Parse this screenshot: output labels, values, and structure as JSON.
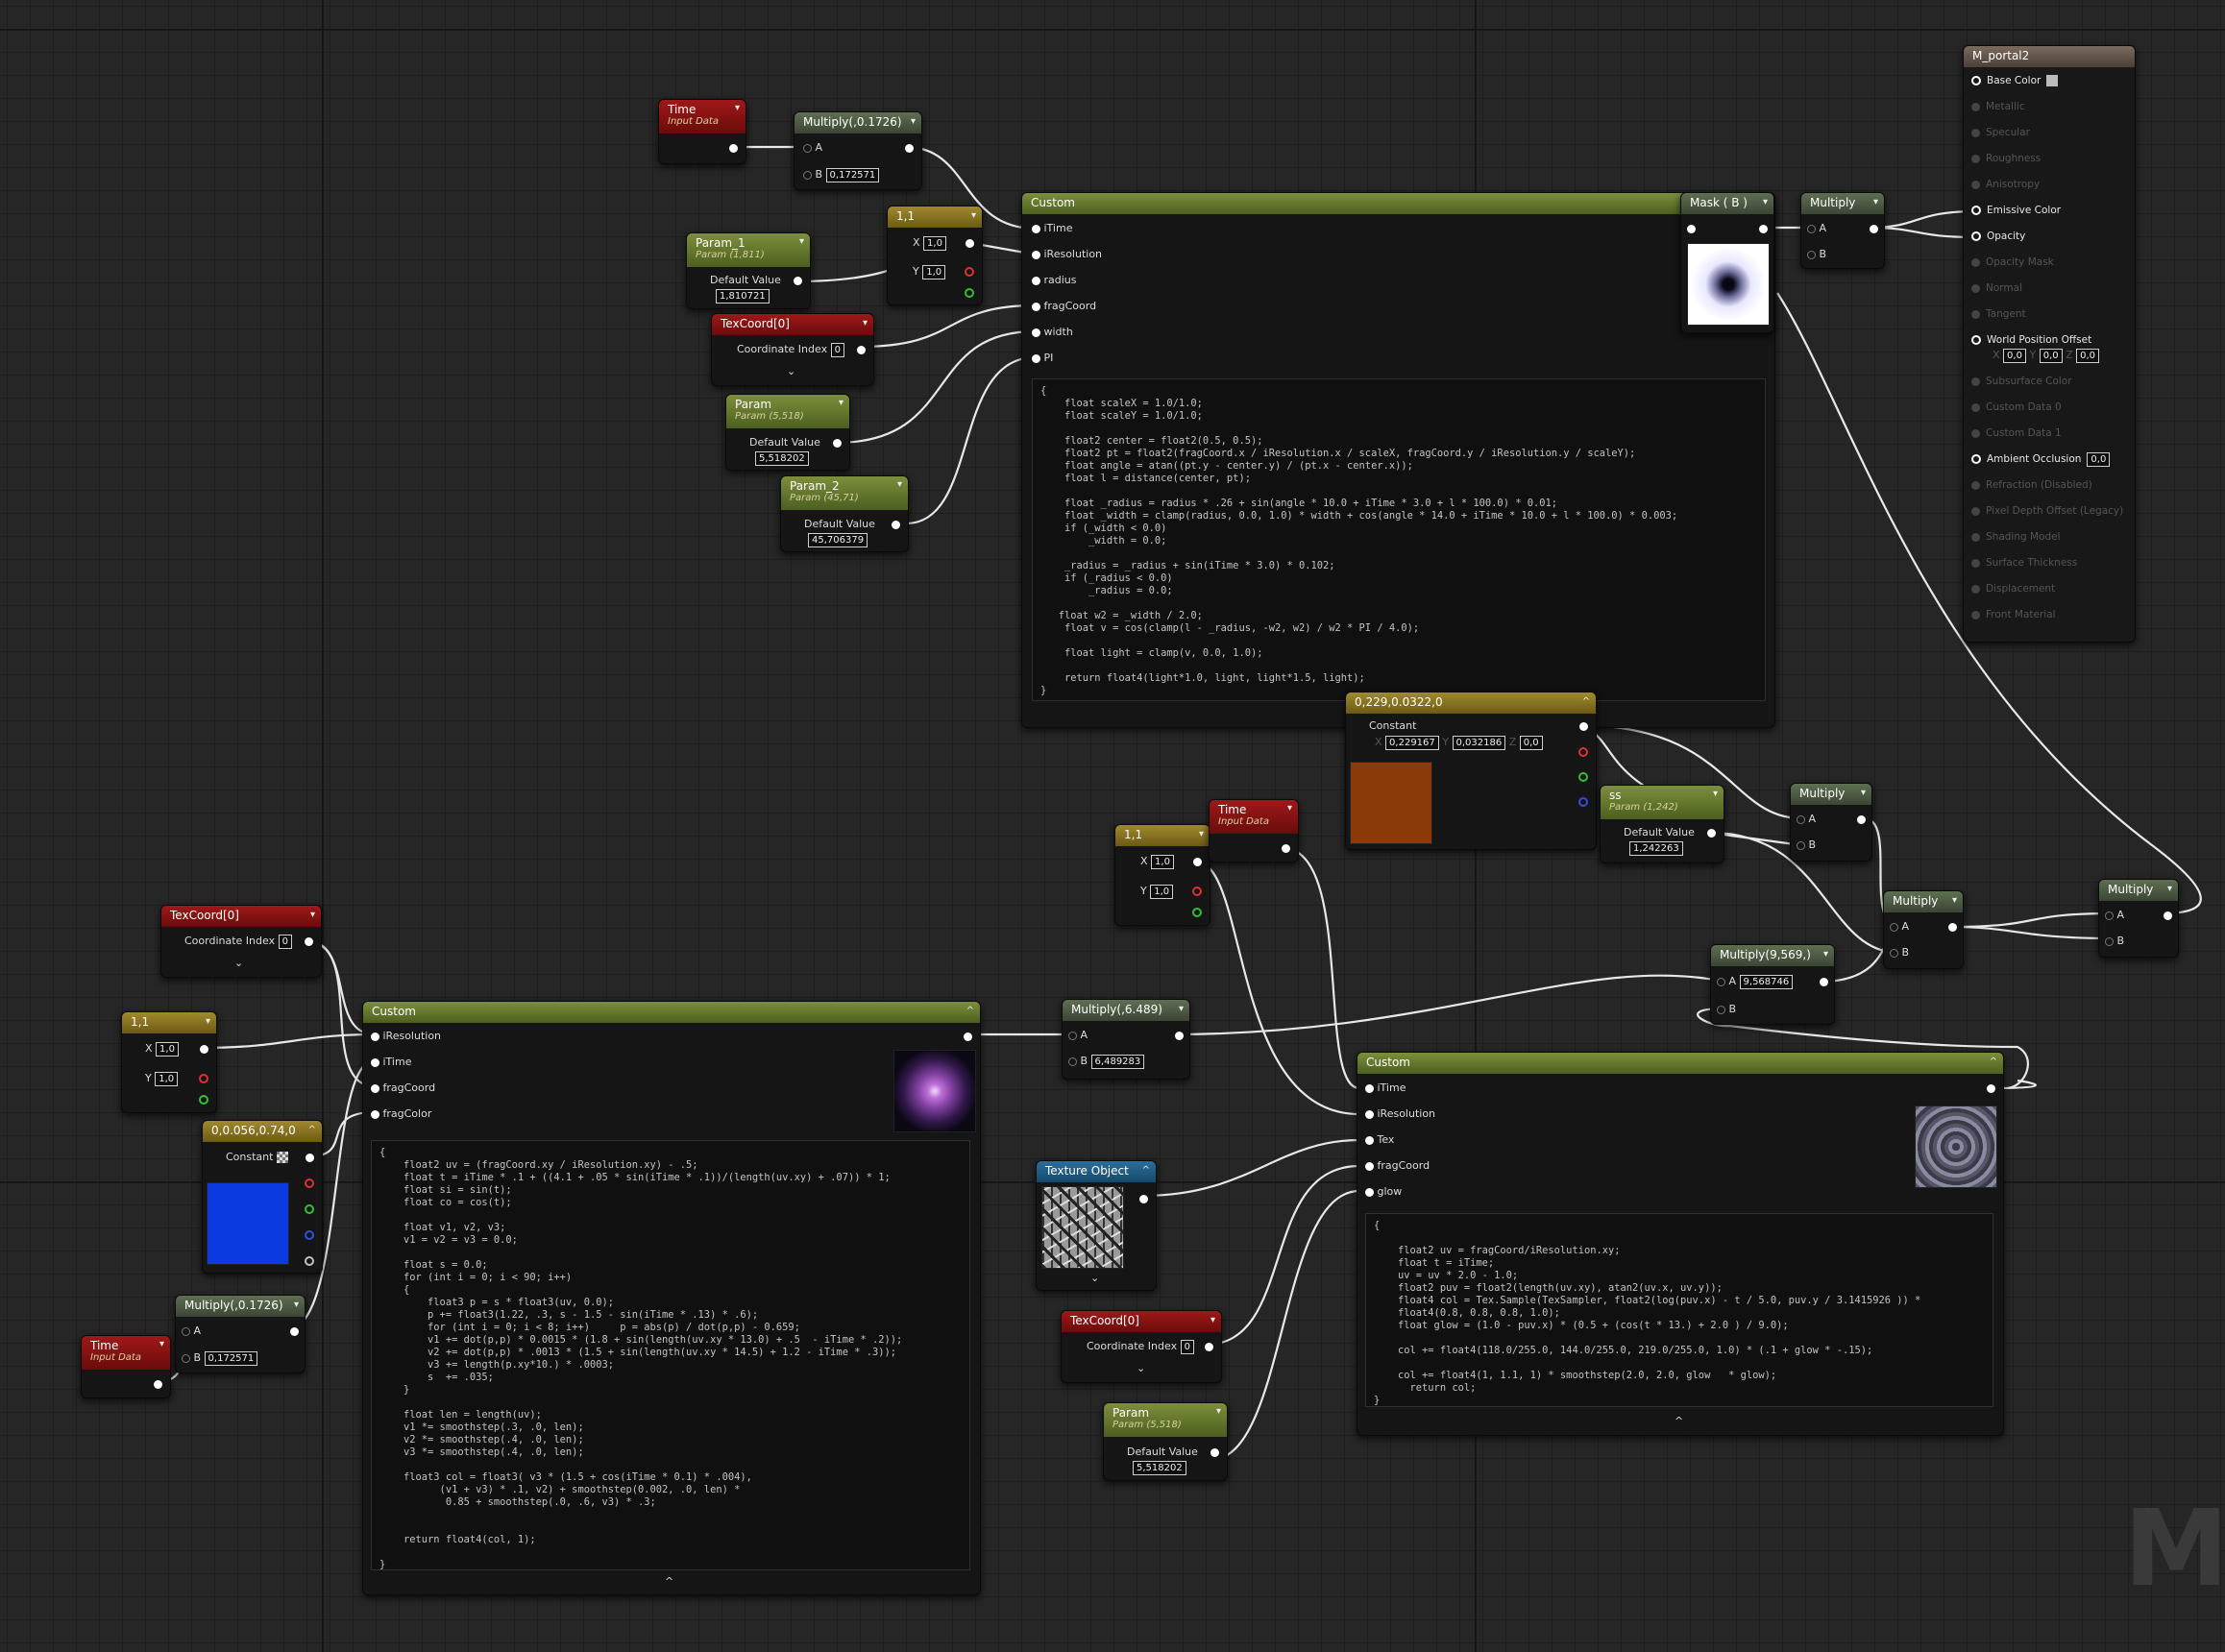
{
  "nodes": {
    "time1": {
      "title": "Time",
      "subtitle": "Input Data"
    },
    "time2": {
      "title": "Time",
      "subtitle": "Input Data"
    },
    "time3": {
      "title": "Time",
      "subtitle": "Input Data"
    },
    "mult1": {
      "title": "Multiply(,0.1726)",
      "a": "A",
      "b": "B",
      "b_value": "0,172571"
    },
    "mult2": {
      "title": "Multiply(,0.1726)",
      "a": "A",
      "b": "B",
      "b_value": "0,172571"
    },
    "vec11a": {
      "title": "1,1",
      "x": "X",
      "x_value": "1,0",
      "y": "Y",
      "y_value": "1,0"
    },
    "vec11b": {
      "title": "1,1",
      "x": "X",
      "x_value": "1,0",
      "y": "Y",
      "y_value": "1,0"
    },
    "vec11c": {
      "title": "1,1",
      "x": "X",
      "x_value": "1,0",
      "y": "Y",
      "y_value": "1,0"
    },
    "param1": {
      "title": "Param_1",
      "subtitle": "Param (1,811)",
      "label": "Default Value",
      "value": "1,810721"
    },
    "param": {
      "title": "Param",
      "subtitle": "Param (5,518)",
      "label": "Default Value",
      "value": "5,518202"
    },
    "param2": {
      "title": "Param_2",
      "subtitle": "Param (45,71)",
      "label": "Default Value",
      "value": "45,706379"
    },
    "param3": {
      "title": "Param",
      "subtitle": "Param (5,518)",
      "label": "Default Value",
      "value": "5,518202"
    },
    "ss": {
      "title": "ss",
      "subtitle": "Param (1,242)",
      "label": "Default Value",
      "value": "1,242263"
    },
    "texcoord1": {
      "title": "TexCoord[0]",
      "label": "Coordinate Index",
      "value": "0"
    },
    "texcoord2": {
      "title": "TexCoord[0]",
      "label": "Coordinate Index",
      "value": "0"
    },
    "texcoord3": {
      "title": "TexCoord[0]",
      "label": "Coordinate Index",
      "value": "0"
    },
    "custom1": {
      "title": "Custom",
      "inputs": [
        "iTime",
        "iResolution",
        "radius",
        "fragCoord",
        "width",
        "PI"
      ]
    },
    "mask": {
      "title": "Mask ( B )"
    },
    "multTop": {
      "title": "Multiply",
      "a": "A",
      "b": "B"
    },
    "multMid": {
      "title": "Multiply",
      "a": "A",
      "b": "B"
    },
    "multMid2": {
      "title": "Multiply",
      "a": "A",
      "b": "B"
    },
    "multRight": {
      "title": "Multiply",
      "a": "A",
      "b": "B"
    },
    "mult9569": {
      "title": "Multiply(9,569,)",
      "a": "A",
      "a_value": "9,568746",
      "b": "B"
    },
    "mult6489": {
      "title": "Multiply(,6.489)",
      "a": "A",
      "b": "B",
      "b_value": "6,489283"
    },
    "const3": {
      "title": "0,229,0.0322,0",
      "label": "Constant",
      "x": "X",
      "x_value": "0,229167",
      "y": "Y",
      "y_value": "0,032186",
      "z": "Z",
      "z_value": "0,0"
    },
    "const4": {
      "title": "0,0.056,0.74,0",
      "label": "Constant"
    },
    "custom2": {
      "title": "Custom",
      "inputs": [
        "iResolution",
        "iTime",
        "fragCoord",
        "fragColor"
      ]
    },
    "custom3": {
      "title": "Custom",
      "inputs": [
        "iTime",
        "iResolution",
        "Tex",
        "fragCoord",
        "glow"
      ]
    },
    "texobj": {
      "title": "Texture Object"
    },
    "material": {
      "title": "M_portal2",
      "pins": [
        {
          "label": "Base Color",
          "active": true
        },
        {
          "label": "Metallic",
          "active": false
        },
        {
          "label": "Specular",
          "active": false
        },
        {
          "label": "Roughness",
          "active": false
        },
        {
          "label": "Anisotropy",
          "active": false
        },
        {
          "label": "Emissive Color",
          "active": true
        },
        {
          "label": "Opacity",
          "active": true
        },
        {
          "label": "Opacity Mask",
          "active": false
        },
        {
          "label": "Normal",
          "active": false
        },
        {
          "label": "Tangent",
          "active": false
        },
        {
          "label": "World Position Offset",
          "active": true
        },
        {
          "label": "Subsurface Color",
          "active": false
        },
        {
          "label": "Custom Data 0",
          "active": false
        },
        {
          "label": "Custom Data 1",
          "active": false
        },
        {
          "label": "Ambient Occlusion",
          "active": true
        },
        {
          "label": "Refraction (Disabled)",
          "active": false
        },
        {
          "label": "Pixel Depth Offset (Legacy)",
          "active": false
        },
        {
          "label": "Shading Model",
          "active": false
        },
        {
          "label": "Surface Thickness",
          "active": false
        },
        {
          "label": "Displacement",
          "active": false
        },
        {
          "label": "Front Material",
          "active": false
        }
      ],
      "wpo": {
        "x": "X",
        "x_value": "0,0",
        "y": "Y",
        "y_value": "0,0",
        "z": "Z",
        "z_value": "0,0"
      },
      "ao_value": "0,0"
    }
  },
  "code1": "{\n    float scaleX = 1.0/1.0;\n    float scaleY = 1.0/1.0;\n\n    float2 center = float2(0.5, 0.5);\n    float2 pt = float2(fragCoord.x / iResolution.x / scaleX, fragCoord.y / iResolution.y / scaleY);\n    float angle = atan((pt.y - center.y) / (pt.x - center.x));\n    float l = distance(center, pt);\n\n    float _radius = radius * .26 + sin(angle * 10.0 + iTime * 3.0 + l * 100.0) * 0.01;\n    float _width = clamp(radius, 0.0, 1.0) * width + cos(angle * 14.0 + iTime * 10.0 + l * 100.0) * 0.003;\n    if (_width < 0.0)\n        _width = 0.0;\n\n    _radius = _radius + sin(iTime * 3.0) * 0.102;\n    if (_radius < 0.0)\n        _radius = 0.0;\n\n   float w2 = _width / 2.0;\n    float v = cos(clamp(l - _radius, -w2, w2) / w2 * PI / 4.0);\n\n    float light = clamp(v, 0.0, 1.0);\n\n    return float4(light*1.0, light, light*1.5, light);\n}",
  "code2": "{\n    float2 uv = (fragCoord.xy / iResolution.xy) - .5;\n    float t = iTime * .1 + ((4.1 + .05 * sin(iTime * .1))/(length(uv.xy) + .07)) * 1;\n    float si = sin(t);\n    float co = cos(t);\n\n    float v1, v2, v3;\n    v1 = v2 = v3 = 0.0;\n\n    float s = 0.0;\n    for (int i = 0; i < 90; i++)\n    {\n        float3 p = s * float3(uv, 0.0);\n        p += float3(1.22, .3, s - 1.5 - sin(iTime * .13) * .6);\n        for (int i = 0; i < 8; i++)     p = abs(p) / dot(p,p) - 0.659;\n        v1 += dot(p,p) * 0.0015 * (1.8 + sin(length(uv.xy * 13.0) + .5  - iTime * .2));\n        v2 += dot(p,p) * .0013 * (1.5 + sin(length(uv.xy * 14.5) + 1.2 - iTime * .3));\n        v3 += length(p.xy*10.) * .0003;\n        s  += .035;\n    }\n\n    float len = length(uv);\n    v1 *= smoothstep(.3, .0, len);\n    v2 *= smoothstep(.4, .0, len);\n    v3 *= smoothstep(.4, .0, len);\n\n    float3 col = float3( v3 * (1.5 + cos(iTime * 0.1) * .004),\n          (v1 + v3) * .1, v2) + smoothstep(0.002, .0, len) *\n           0.85 + smoothstep(.0, .6, v3) * .3;\n\n\n    return float4(col, 1);\n\n}",
  "code3": "{\n\n    float2 uv = fragCoord/iResolution.xy;\n    float t = iTime;\n    uv = uv * 2.0 - 1.0;\n    float2 puv = float2(length(uv.xy), atan2(uv.x, uv.y));\n    float4 col = Tex.Sample(TexSampler, float2(log(puv.x) - t / 5.0, puv.y / 3.1415926 )) *\n    float4(0.8, 0.8, 0.8, 1.0);\n    float glow = (1.0 - puv.x) * (0.5 + (cos(t * 13.) + 2.0 ) / 9.0);\n\n    col += float4(118.0/255.0, 144.0/255.0, 219.0/255.0, 1.0) * (.1 + glow * -.15);\n\n    col += float4(1, 1.1, 1) * smoothstep(2.0, 2.0, glow   * glow);\n      return col;\n}",
  "watermark": "M",
  "colors": {
    "orange": "#8a3a08",
    "blue": "#0a3ae0",
    "white_wire": "#e6e6e6"
  }
}
